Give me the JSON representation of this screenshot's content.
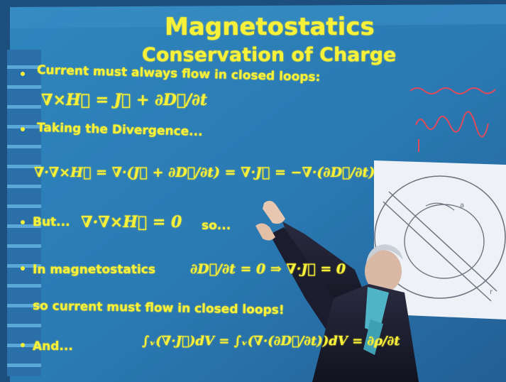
{
  "slide": {
    "title": "Magnetostatics",
    "subtitle": "Conservation of Charge",
    "bullets": [
      "Current must always flow in closed loops:",
      "Taking the Divergence...",
      "But...",
      "so...",
      "In magnetostatics",
      "so current must flow in closed loops!",
      "And..."
    ],
    "equations": [
      "∇×H⃗ = J⃗ + ∂D⃗/∂t",
      "∇·∇×H⃗ = ∇·(J⃗ + ∂D⃗/∂t) = ∇·J⃗ = −∇·(∂D⃗/∂t)",
      "∇·∇×H⃗ = 0",
      "∂D⃗/∂t = 0 ⇒ ∇·J⃗ = 0",
      "∫ᵥ(∇·J⃗)dV = ∫ᵥ(∇·(∂D⃗/∂t))dV = ∂ρ/∂t"
    ]
  },
  "colors": {
    "screen": "#2a77b0",
    "slide_text": "#f7f13a",
    "side_notes": "#e24a5a",
    "diagram_paper": "#eef2f6"
  }
}
